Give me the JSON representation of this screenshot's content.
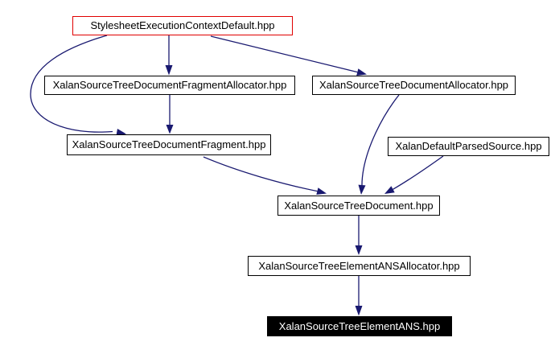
{
  "graph": {
    "type": "include-dependency-graph",
    "background_color": "#ffffff",
    "edge_color": "#191970",
    "highlight_border_color": "#e00000",
    "current_node_bg": "#000000",
    "current_node_text_color": "#ffffff",
    "nodes": {
      "stylesheet_execution_context_default": {
        "label": "StylesheetExecutionContextDefault.hpp",
        "highlighted": true
      },
      "xalan_source_tree_document_fragment_allocator": {
        "label": "XalanSourceTreeDocumentFragmentAllocator.hpp"
      },
      "xalan_source_tree_document_allocator": {
        "label": "XalanSourceTreeDocumentAllocator.hpp"
      },
      "xalan_source_tree_document_fragment": {
        "label": "XalanSourceTreeDocumentFragment.hpp"
      },
      "xalan_default_parsed_source": {
        "label": "XalanDefaultParsedSource.hpp"
      },
      "xalan_source_tree_document": {
        "label": "XalanSourceTreeDocument.hpp"
      },
      "xalan_source_tree_element_ans_allocator": {
        "label": "XalanSourceTreeElementANSAllocator.hpp"
      },
      "xalan_source_tree_element_ans": {
        "label": "XalanSourceTreeElementANS.hpp",
        "current": true
      }
    },
    "edges": [
      {
        "from": "stylesheet_execution_context_default",
        "to": "xalan_source_tree_document_fragment_allocator"
      },
      {
        "from": "stylesheet_execution_context_default",
        "to": "xalan_source_tree_document_allocator"
      },
      {
        "from": "stylesheet_execution_context_default",
        "to": "xalan_source_tree_document_fragment"
      },
      {
        "from": "xalan_source_tree_document_fragment_allocator",
        "to": "xalan_source_tree_document_fragment"
      },
      {
        "from": "xalan_source_tree_document_allocator",
        "to": "xalan_source_tree_document"
      },
      {
        "from": "xalan_default_parsed_source",
        "to": "xalan_source_tree_document"
      },
      {
        "from": "xalan_source_tree_document_fragment",
        "to": "xalan_source_tree_document"
      },
      {
        "from": "xalan_source_tree_document",
        "to": "xalan_source_tree_element_ans_allocator"
      },
      {
        "from": "xalan_source_tree_element_ans_allocator",
        "to": "xalan_source_tree_element_ans"
      }
    ]
  }
}
